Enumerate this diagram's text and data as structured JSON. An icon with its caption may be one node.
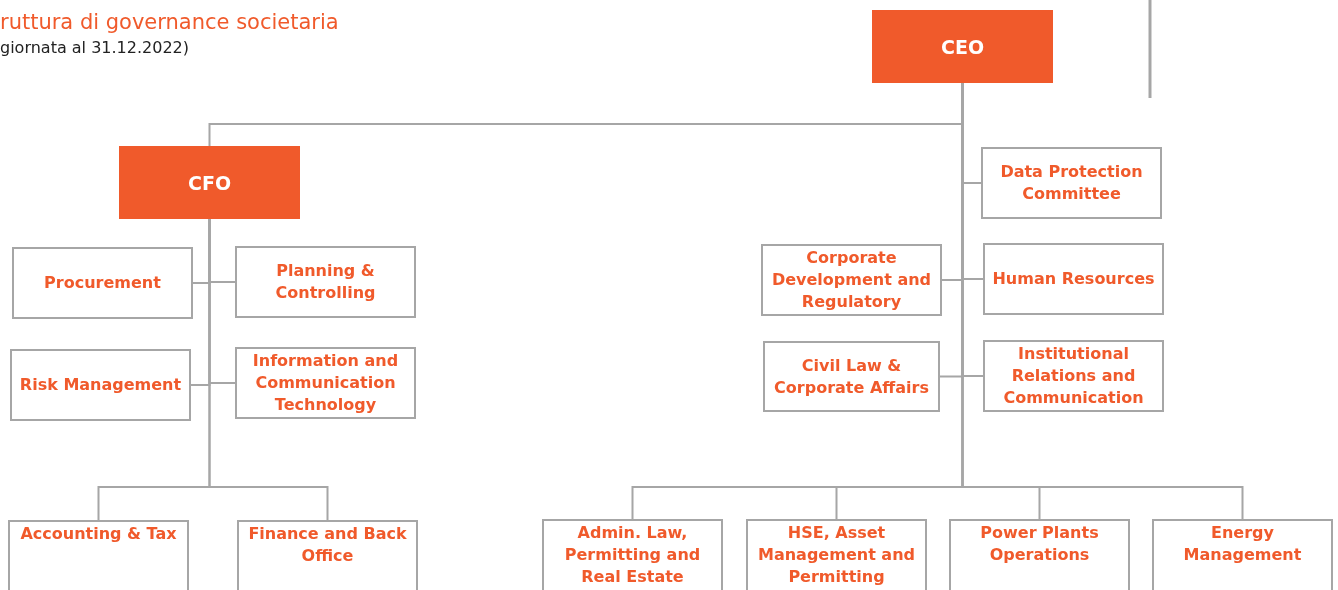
{
  "diagram": {
    "title": "ruttura di governance societaria",
    "nodes": [
      {
        "text": [
          "CEO"
        ]
      },
      {
        "text": [
          "CFO"
        ]
      },
      {
        "text": [
          "Procurement"
        ]
      },
      {
        "text": [
          "Planning & Controlling"
        ]
      },
      {
        "text": [
          "Risk Management"
        ]
      },
      {
        "text": [
          "Information and Communication Technology"
        ]
      },
      {
        "text": [
          "Accounting & Tax"
        ]
      },
      {
        "text": [
          "Finance and Back Office"
        ]
      },
      {
        "text": [
          "Data Protection Committee"
        ]
      },
      {
        "text": [
          "Corporate Development and Regulatory"
        ]
      },
      {
        "text": [
          "Human Resources"
        ]
      },
      {
        "text": [
          "Civil Law & Corporate Affairs"
        ]
      },
      {
        "text": [
          "Institutional Relations and Communication"
        ]
      },
      {
        "text": [
          "Admin. Law, Permitting and Real Estate"
        ]
      },
      {
        "text": [
          "HSE, Asset Management and Permitting"
        ]
      },
      {
        "text": [
          "Power Plants Operations"
        ]
      },
      {
        "text": [
          "Energy Management"
        ]
      }
    ],
    "edges": [
      {
        "from": 0,
        "to": 1,
        "arrow": "none"
      },
      {
        "from": 1,
        "to": 2,
        "arrow": "none"
      },
      {
        "from": 1,
        "to": 3,
        "arrow": "none"
      },
      {
        "from": 1,
        "to": 4,
        "arrow": "none"
      },
      {
        "from": 1,
        "to": 5,
        "arrow": "none"
      },
      {
        "from": 1,
        "to": 6,
        "arrow": "none"
      },
      {
        "from": 1,
        "to": 7,
        "arrow": "none"
      },
      {
        "from": 0,
        "to": 8,
        "arrow": "none"
      },
      {
        "from": 0,
        "to": 9,
        "arrow": "none"
      },
      {
        "from": 0,
        "to": 10,
        "arrow": "none"
      },
      {
        "from": 0,
        "to": 11,
        "arrow": "none"
      },
      {
        "from": 0,
        "to": 12,
        "arrow": "none"
      },
      {
        "from": 0,
        "to": 13,
        "arrow": "none"
      },
      {
        "from": 0,
        "to": 14,
        "arrow": "none"
      },
      {
        "from": 0,
        "to": 15,
        "arrow": "none"
      },
      {
        "from": 0,
        "to": 16,
        "arrow": "none"
      }
    ],
    "labels": [
      "giornata al 31.12.2022)"
    ]
  }
}
